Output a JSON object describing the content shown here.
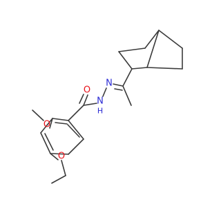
{
  "diagram": {
    "type": "skeletal-structure",
    "line_color": "#3a3a3a",
    "background": "#ffffff",
    "atom_colors": {
      "O": "#e8121a",
      "N": "#2a2ad4"
    }
  },
  "atoms": {
    "o_carbonyl": "O",
    "n_amide": "N",
    "h_amide": "H",
    "n_imine": "N",
    "o_methoxy_3": "O",
    "o_methoxy_4": "O"
  }
}
